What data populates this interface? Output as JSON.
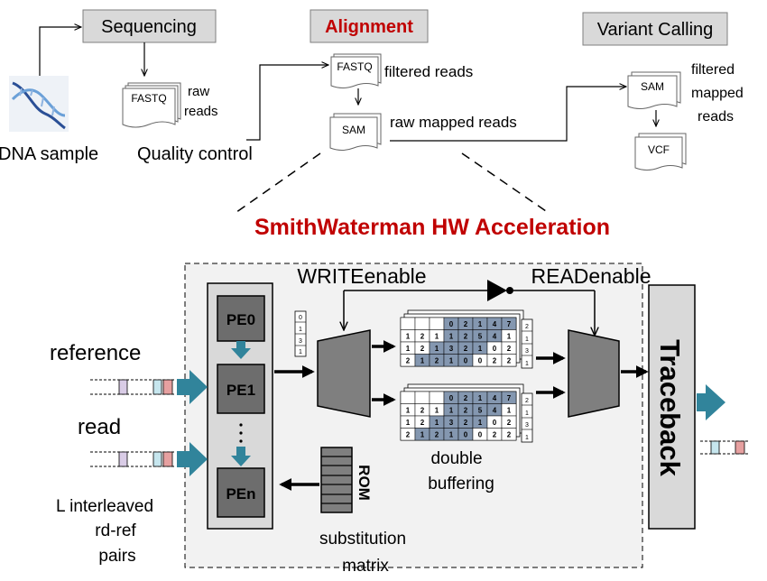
{
  "pipeline": {
    "sequencing": "Sequencing",
    "alignment": "Alignment",
    "variant_calling": "Variant Calling",
    "dna_sample": "DNA sample",
    "quality_control": "Quality control",
    "fastq_1": "FASTQ",
    "raw_reads_1": "raw",
    "raw_reads_2": "reads",
    "fastq_2": "FASTQ",
    "filtered_reads": "filtered reads",
    "sam_1": "SAM",
    "raw_mapped_reads": "raw mapped reads",
    "sam_2": "SAM",
    "filtered_mapped_1": "filtered",
    "filtered_mapped_2": "mapped",
    "filtered_mapped_3": "reads",
    "vcf": "VCF"
  },
  "accel": {
    "title": "SmithWaterman HW Acceleration",
    "write_enable": "WRITEenable",
    "read_enable": "READenable",
    "pe0": "PE0",
    "pe1": "PE1",
    "pe_dots": "·",
    "pen": "PEn",
    "reference": "reference",
    "read": "read",
    "l_interleaved_1": "L interleaved",
    "l_interleaved_2": "rd-ref",
    "l_interleaved_3": "pairs",
    "rom": "ROM",
    "substitution_1": "substitution",
    "substitution_2": "matrix",
    "double_1": "double",
    "double_2": "buffering",
    "traceback": "Traceback",
    "index_col": [
      "0",
      "1",
      "3",
      "1"
    ],
    "matrix_rows": [
      [
        "1",
        "2",
        "1",
        "1",
        "2",
        "5",
        "4",
        "1"
      ],
      [
        "1",
        "2",
        "1",
        "3",
        "2",
        "1",
        "0",
        "2"
      ],
      [
        "2",
        "1",
        "2",
        "1",
        "0",
        "0",
        "2",
        "2"
      ]
    ],
    "matrix_top": [
      "",
      "",
      "",
      "0",
      "2",
      "1",
      "4",
      "7"
    ],
    "side_col": [
      "2",
      "1",
      "3",
      "1"
    ]
  },
  "colors": {
    "accent_red": "#c00000",
    "box_gray": "#d9d9d9",
    "pe_dark": "#6d6d6d",
    "teal_arrow": "#31849b",
    "mux_gray": "#7f7f7f",
    "matrix_blue": "#8497b0"
  }
}
